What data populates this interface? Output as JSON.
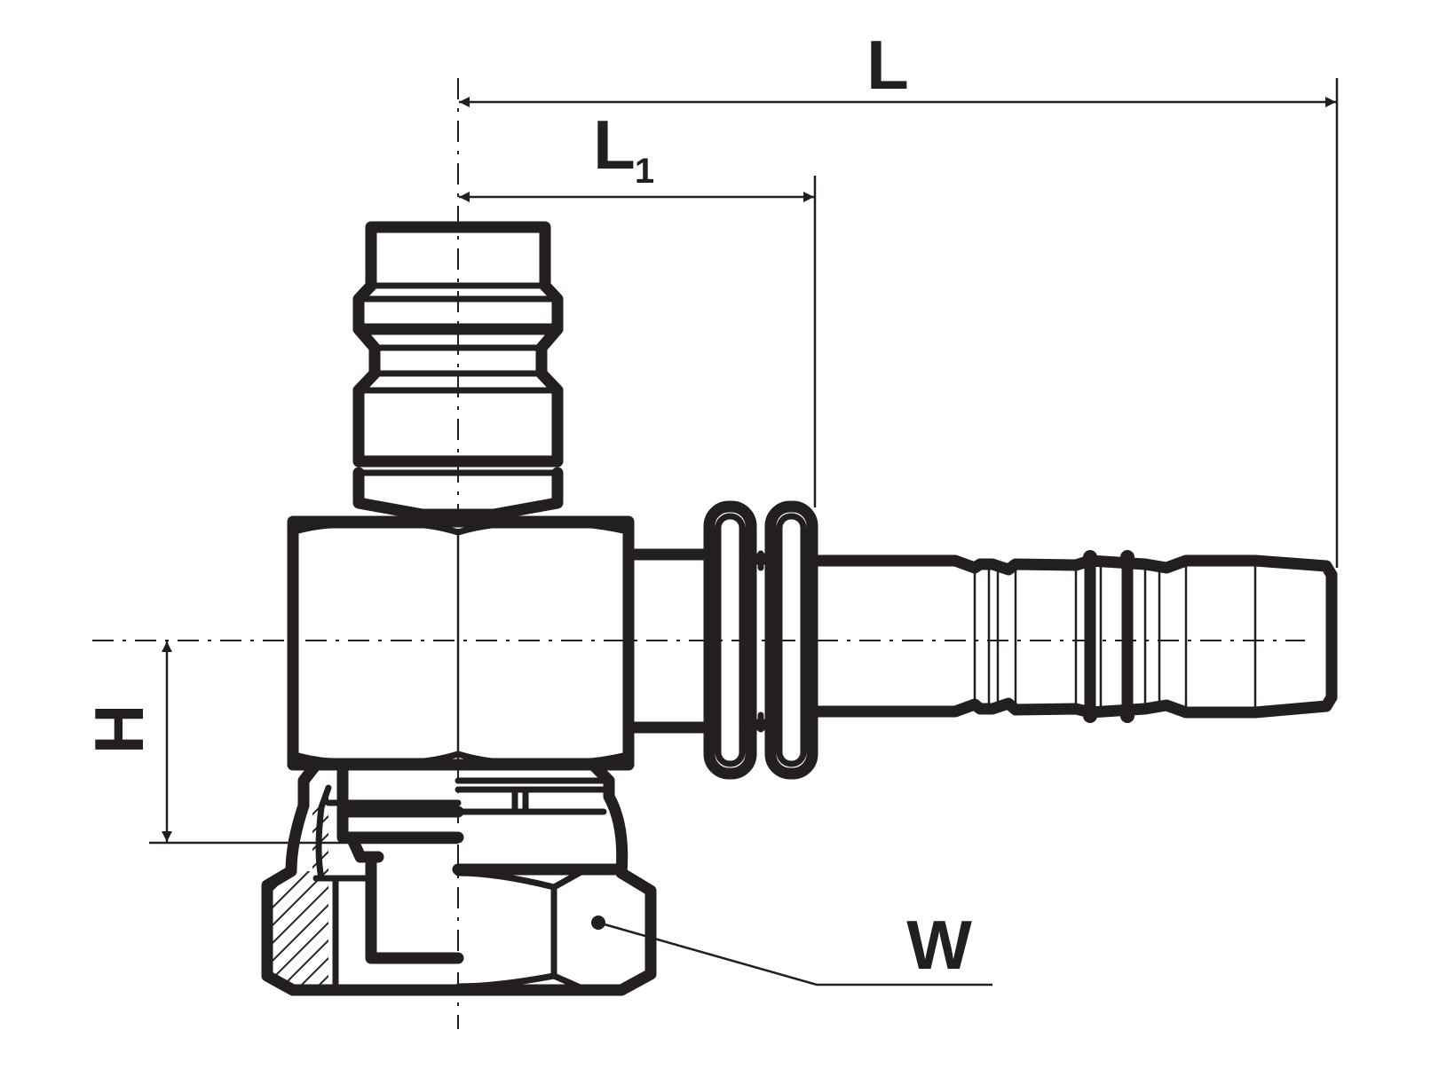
{
  "labels": {
    "overall_length": "L",
    "partial_length": "L",
    "partial_length_subscript": "1",
    "height": "H",
    "width": "W"
  },
  "colors": {
    "line": "#231f20",
    "background": "#ffffff"
  }
}
